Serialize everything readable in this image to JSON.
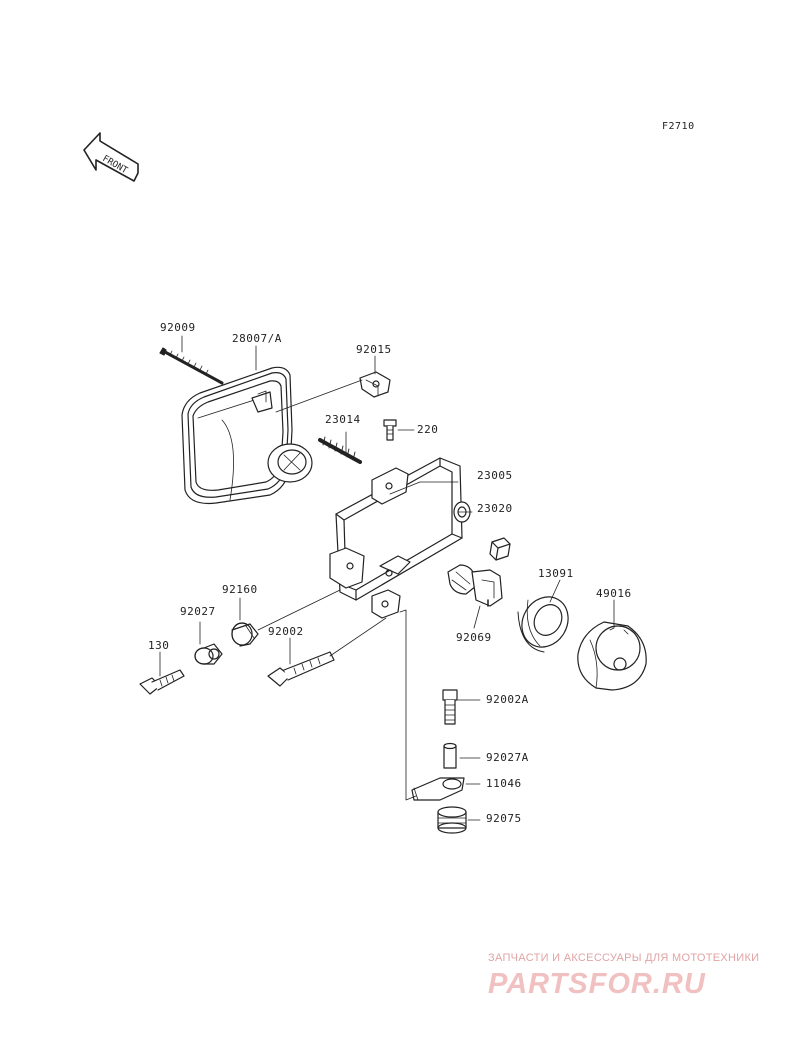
{
  "diagram_code": "F2710",
  "front_arrow_text": "FRONT",
  "parts": {
    "p92009": "92009",
    "p28007": "28007/A",
    "p92015": "92015",
    "p23014": "23014",
    "p220": "220",
    "p23005": "23005",
    "p23020": "23020",
    "p13091": "13091",
    "p49016": "49016",
    "p92160": "92160",
    "p92027": "92027",
    "p92002": "92002",
    "p130": "130",
    "p92069": "92069",
    "p92002A": "92002A",
    "p92027A": "92027A",
    "p11046": "11046",
    "p92075": "92075"
  },
  "watermark": {
    "tagline": "ЗАПЧАСТИ И АКСЕССУАРЫ ДЛЯ МОТОТЕХНИКИ",
    "logo": "PARTSFOR.RU"
  }
}
